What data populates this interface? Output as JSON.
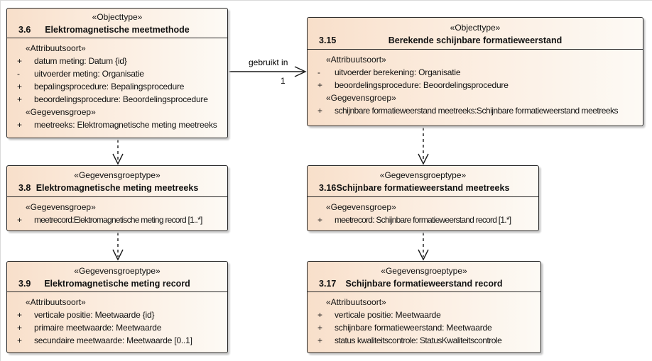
{
  "diagram": {
    "background": "#ffffff",
    "box_fill_left": "#f8dfca",
    "box_fill_right": "#fdfaf5",
    "border_color": "#262626"
  },
  "connector": {
    "label": "gebruikt in",
    "multiplicity": "1"
  },
  "boxes": [
    {
      "stereotype": "«Objecttype»",
      "number": "3.6",
      "name": "Elektromagnetische meetmethode",
      "sections": [
        {
          "header": "«Attribuutsoort»",
          "rows": [
            {
              "vis": "+",
              "text": "datum meting: Datum {id}"
            },
            {
              "vis": "-",
              "text": "uitvoerder meting: Organisatie"
            },
            {
              "vis": "+",
              "text": "bepalingsprocedure: Bepalingsprocedure"
            },
            {
              "vis": "+",
              "text": "beoordelingsprocedure: Beoordelingsprocedure"
            }
          ]
        },
        {
          "header": "«Gegevensgroep»",
          "rows": [
            {
              "vis": "+",
              "text": "meetreeks: Elektromagnetische meting meetreeks"
            }
          ]
        }
      ]
    },
    {
      "stereotype": "«Objecttype»",
      "number": "3.15",
      "name": "Berekende schijnbare formatieweerstand",
      "sections": [
        {
          "header": "«Attribuutsoort»",
          "rows": [
            {
              "vis": "-",
              "text": "uitvoerder berekening: Organisatie"
            },
            {
              "vis": "+",
              "text": "beoordelingsprocedure: Beoordelingsprocedure"
            }
          ]
        },
        {
          "header": "«Gegevensgroep»",
          "rows": [
            {
              "vis": "+",
              "text": "schijnbare formatieweerstand meetreeks:Schijnbare formatieweerstand meetreeks"
            }
          ]
        }
      ]
    },
    {
      "stereotype": "«Gegevensgroeptype»",
      "number": "3.8",
      "name": "Elektromagnetische meting meetreeks",
      "sections": [
        {
          "header": "«Gegevensgroep»",
          "rows": [
            {
              "vis": "+",
              "text": "meetrecord:Elektromagnetische meting record [1..*]"
            }
          ]
        }
      ]
    },
    {
      "stereotype": "«Gegevensgroeptype»",
      "number": "3.16",
      "name": "Schijnbare formatieweerstand meetreeks",
      "sections": [
        {
          "header": "«Gegevensgroep»",
          "rows": [
            {
              "vis": "+",
              "text": "meetrecord: Schijnbare formatieweerstand record [1.*]"
            }
          ]
        }
      ]
    },
    {
      "stereotype": "«Gegevensgroeptype»",
      "number": "3.9",
      "name": "Elektromagnetische meting record",
      "sections": [
        {
          "header": "«Attribuutsoort»",
          "rows": [
            {
              "vis": "+",
              "text": "verticale positie: Meetwaarde {id}"
            },
            {
              "vis": "+",
              "text": "primaire meetwaarde: Meetwaarde"
            },
            {
              "vis": "+",
              "text": "secundaire meetwaarde: Meetwaarde [0..1]"
            }
          ]
        }
      ]
    },
    {
      "stereotype": "«Gegevensgroeptype»",
      "number": "3.17",
      "name": "Schijnbare formatieweerstand record",
      "sections": [
        {
          "header": "«Attribuutsoort»",
          "rows": [
            {
              "vis": "+",
              "text": "verticale positie: Meetwaarde"
            },
            {
              "vis": "+",
              "text": "schijnbare formatieweerstand: Meetwaarde"
            },
            {
              "vis": "+",
              "text": "status kwaliteitscontrole: StatusKwaliteitscontrole"
            }
          ]
        }
      ]
    }
  ]
}
